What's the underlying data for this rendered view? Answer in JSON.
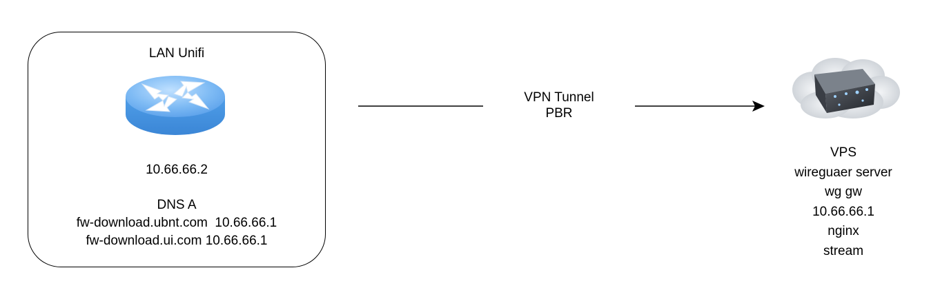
{
  "lan": {
    "title": "LAN Unifi",
    "ip": "10.66.66.2",
    "dns_title": "DNS A",
    "dns_records": [
      "fw-download.ubnt.com  10.66.66.1",
      "fw-download.ui.com 10.66.66.1"
    ]
  },
  "link": {
    "line1": "VPN Tunnel",
    "line2": "PBR"
  },
  "vps": {
    "lines": [
      "VPS",
      "wireguaer server",
      "wg gw",
      "10.66.66.1",
      "nginx",
      "stream"
    ]
  },
  "icons": {
    "router": "router-icon",
    "cloud": "cloud-server-icon"
  },
  "colors": {
    "router_blue": "#5aa6f2",
    "router_dark": "#2a6fc4",
    "line": "#000000"
  }
}
